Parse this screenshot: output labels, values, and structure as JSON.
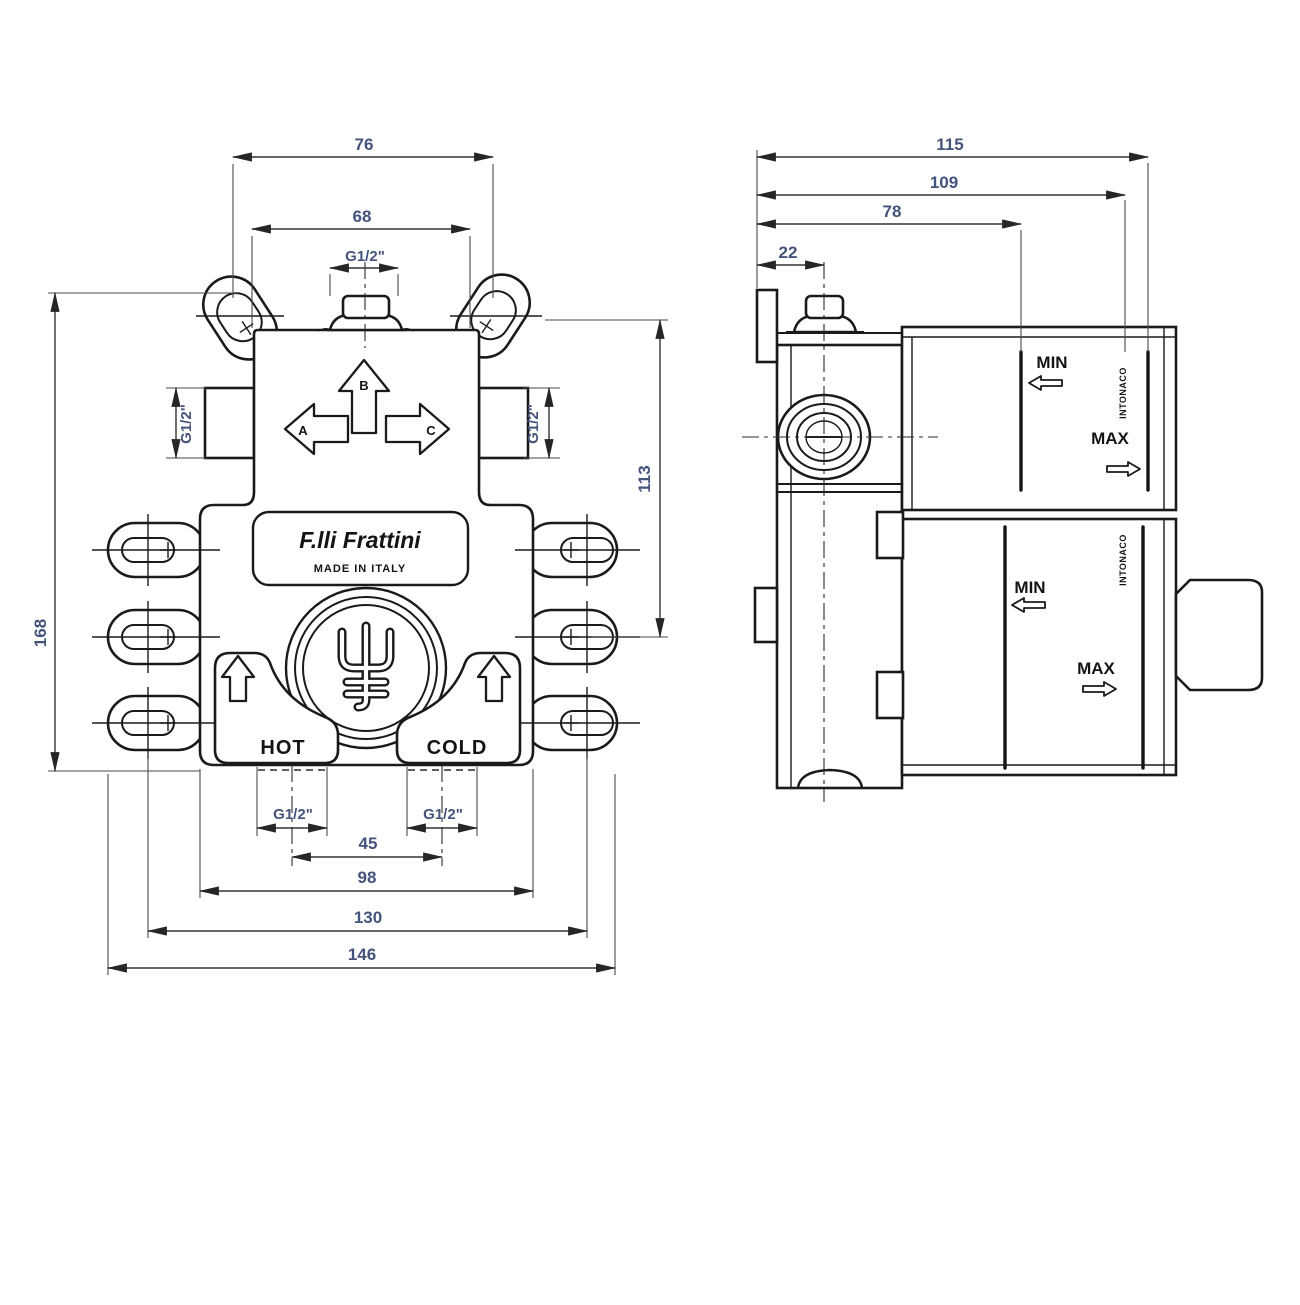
{
  "front_view": {
    "dims": {
      "top_holes": "76",
      "top_body": "68",
      "top_port": "G1/2\"",
      "left_port": "G1/2\"",
      "right_port": "G1/2\"",
      "overall_height": "168",
      "side_height": "113",
      "hot_port": "G1/2\"",
      "cold_port": "G1/2\"",
      "inlet_spacing": "45",
      "body_width": "98",
      "hole_spacing": "130",
      "overall_width": "146"
    },
    "outlet_arrows": {
      "a": "A",
      "b": "B",
      "c": "C"
    },
    "inlets": {
      "hot": "HOT",
      "cold": "COLD"
    },
    "brand": {
      "name": "F.lli Frattini",
      "origin": "MADE IN ITALY"
    }
  },
  "side_view": {
    "dims": {
      "overall_depth": "115",
      "wall_max": "109",
      "wall_min": "78",
      "port_offset": "22"
    },
    "upper_cap": {
      "min": "MIN",
      "max": "MAX",
      "wall_label": "INTONACO"
    },
    "lower_cap": {
      "min": "MIN",
      "max": "MAX",
      "wall_label": "INTONACO"
    }
  }
}
